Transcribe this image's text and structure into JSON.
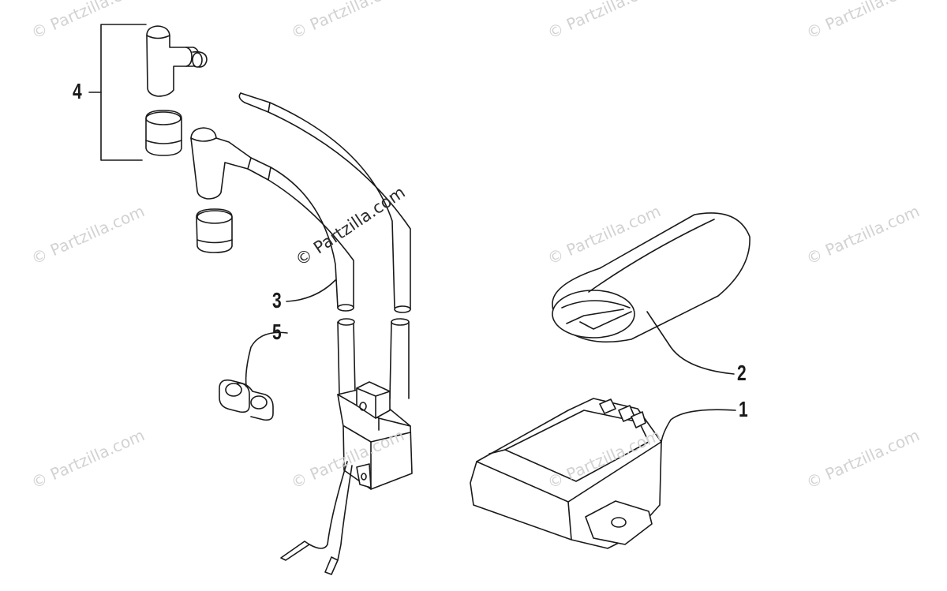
{
  "callouts": {
    "c1": "1",
    "c2": "2",
    "c3": "3",
    "c4": "4",
    "c5": "5"
  },
  "watermarks": {
    "repeat_text": "© Partzilla.com",
    "center_text": "© Partzilla.com"
  },
  "colors": {
    "line": "#1a1a1a",
    "watermark": "#d2d2d2",
    "background": "#ffffff"
  }
}
